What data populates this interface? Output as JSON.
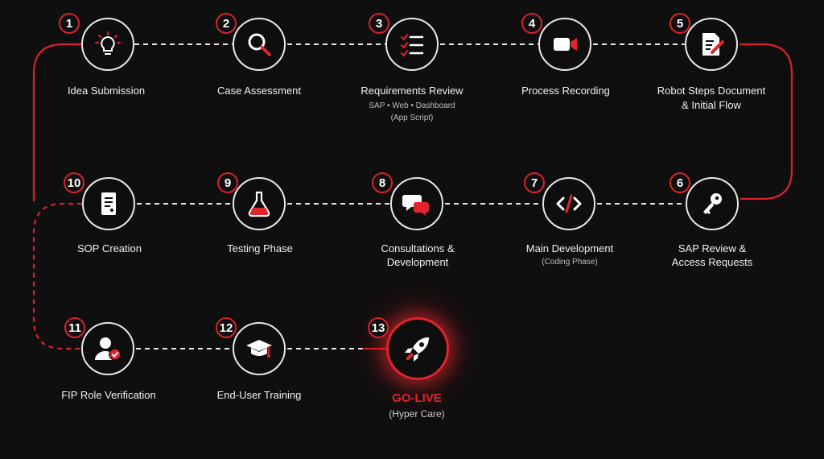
{
  "steps": [
    {
      "num": "1",
      "label": "Idea Submission",
      "icon": "lightbulb-icon"
    },
    {
      "num": "2",
      "label": "Case Assessment",
      "icon": "magnifier-icon"
    },
    {
      "num": "3",
      "label": "Requirements Review",
      "sub1": "SAP • Web • Dashboard",
      "sub2": "(App Script)",
      "icon": "checklist-icon"
    },
    {
      "num": "4",
      "label": "Process Recording",
      "icon": "video-camera-icon"
    },
    {
      "num": "5",
      "label": "Robot Steps Document",
      "label2": "& Initial Flow",
      "icon": "document-edit-icon"
    },
    {
      "num": "6",
      "label": "SAP Review &",
      "label2": "Access Requests",
      "icon": "key-icon"
    },
    {
      "num": "7",
      "label": "Main Development",
      "sub1": "(Coding Phase)",
      "icon": "code-icon"
    },
    {
      "num": "8",
      "label": "Consultations &",
      "label2": "Development",
      "icon": "chat-bubbles-icon"
    },
    {
      "num": "9",
      "label": "Testing Phase",
      "icon": "flask-icon"
    },
    {
      "num": "10",
      "label": "SOP Creation",
      "icon": "document-icon"
    },
    {
      "num": "11",
      "label": "FIP Role Verification",
      "icon": "user-check-icon"
    },
    {
      "num": "12",
      "label": "End-User Training",
      "icon": "graduation-cap-icon"
    },
    {
      "num": "13",
      "label": "GO-LIVE",
      "sub1": "(Hyper Care)",
      "icon": "rocket-icon"
    }
  ],
  "colors": {
    "background": "#0f0f0f",
    "accent": "#e0242c",
    "line": "#e8e8e8",
    "text": "#f0f0f0"
  }
}
